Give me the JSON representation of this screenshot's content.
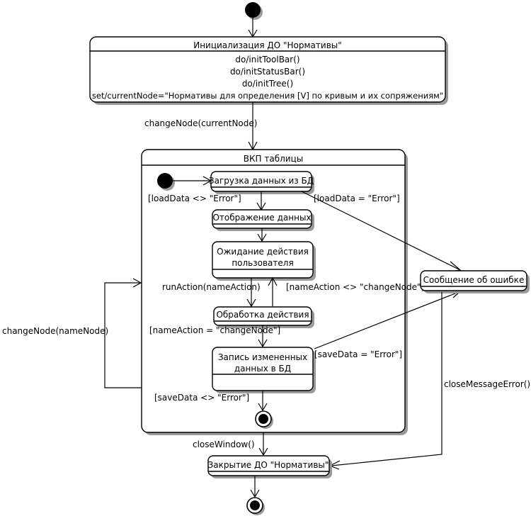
{
  "diagram": {
    "type": "uml-state-machine",
    "title": "",
    "language": "ru"
  },
  "states": {
    "init_app": {
      "name": "Инициализация ДО \"Нормативы\"",
      "actions": [
        "do/initToolBar()",
        "do/initStatusBar()",
        "do/initTree()",
        "set/currentNode=\"Нормативы для определения [V] по кривым и их сопряжениям\""
      ]
    },
    "composite": {
      "name": "ВКП таблицы"
    },
    "load_data": {
      "name": "Загрузка данных из БД"
    },
    "show_data": {
      "name": "Отображение данных"
    },
    "wait_action": {
      "line1": "Ожидание действия",
      "line2": "пользователя"
    },
    "process_action": {
      "name": "Обработка действия"
    },
    "save_data": {
      "line1": "Запись измененных",
      "line2": "данных в БД"
    },
    "error_message": {
      "name": "Сообщение об ошибке"
    },
    "close_app": {
      "name": "Закрытие ДО \"Нормативы\""
    }
  },
  "transitions": {
    "change_node_current": "changeNode(currentNode)",
    "load_ok": "[loadData <> \"Error\"]",
    "load_error": "[loadData = \"Error\"]",
    "run_action": "runAction(nameAction)",
    "name_action_ne": "[nameAction <> \"changeNode\"]",
    "name_action_eq": "[nameAction = \"changeNode\"]",
    "save_error": "[saveData = \"Error\"]",
    "save_ok": "[saveData <> \"Error\"]",
    "change_node_name": "changeNode(nameNode)",
    "close_window": "closeWindow()",
    "close_message_error": "closeMessageError()"
  },
  "nodes": {
    "start_initial": "initial-node",
    "inner_initial": "initial-node",
    "inner_final": "final-node",
    "end_final": "final-node"
  },
  "colors": {
    "background": "#ffffff",
    "stroke": "#000000",
    "shadow": "#9a9a9a"
  }
}
